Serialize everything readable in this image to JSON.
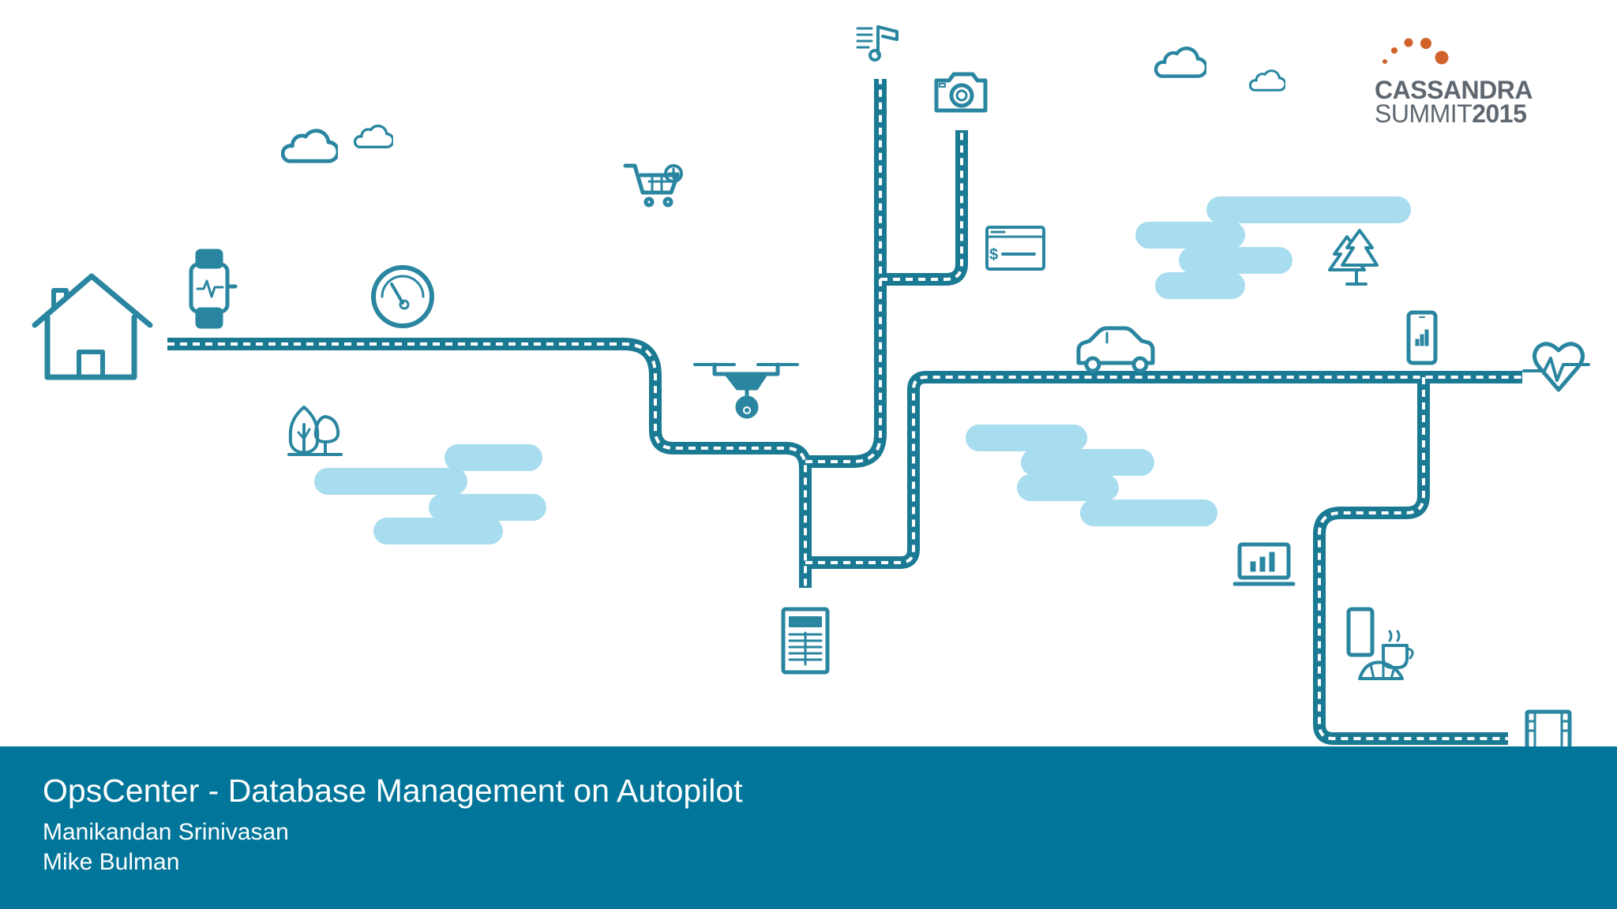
{
  "slide": {
    "title": "OpsCenter - Database Management on Autopilot",
    "authors": [
      "Manikandan Srinivasan",
      "Mike Bulman"
    ]
  },
  "logo": {
    "line1": "CASSANDRA",
    "line2_word": "SUMMIT",
    "line2_year": "2015"
  },
  "colors": {
    "road": "#1b7a93",
    "road_dash": "#ffffff",
    "icon": "#2a86a0",
    "cloud_fill": "#a8dcef",
    "footer_bg": "#02769a",
    "footer_text": "#ffffff",
    "logo_text": "#5e6770",
    "logo_dot": "#d0622b"
  },
  "icons": [
    "house-icon",
    "smartwatch-icon",
    "gauge-icon",
    "shopping-cart-icon",
    "drone-icon",
    "music-note-icon",
    "camera-icon",
    "payment-card-icon",
    "newspaper-icon",
    "car-icon",
    "trees-icon",
    "smartphone-chart-icon",
    "heartbeat-icon",
    "laptop-chart-icon",
    "phone-coffee-icon",
    "film-strip-icon",
    "cloud-icon"
  ]
}
